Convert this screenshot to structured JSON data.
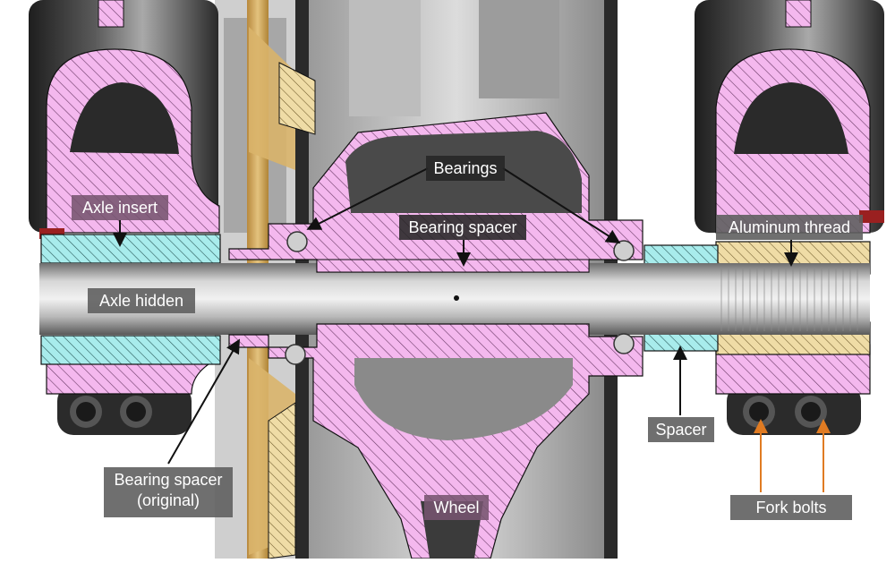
{
  "labels": {
    "bearings": "Bearings",
    "bearing_spacer": "Bearing spacer",
    "axle_insert": "Axle insert",
    "axle_hidden": "Axle hidden",
    "aluminum_thread": "Aluminum thread",
    "spacer": "Spacer",
    "bearing_spacer_original_line1": "Bearing spacer",
    "bearing_spacer_original_line2": "(original)",
    "wheel": "Wheel",
    "fork_bolts": "Fork bolts"
  },
  "colors": {
    "section_pink": "#f4b8ee",
    "hatch": "#6a3a66",
    "spacer_cyan": "#a8ecec",
    "thread_tan": "#efdca6",
    "brake_gold": "#d9b46a",
    "steel_dark": "#3a3a3a",
    "steel_mid": "#8e8e8e",
    "steel_light": "#d8d8d8",
    "leader_black": "#111111",
    "leader_orange": "#e07b22"
  }
}
